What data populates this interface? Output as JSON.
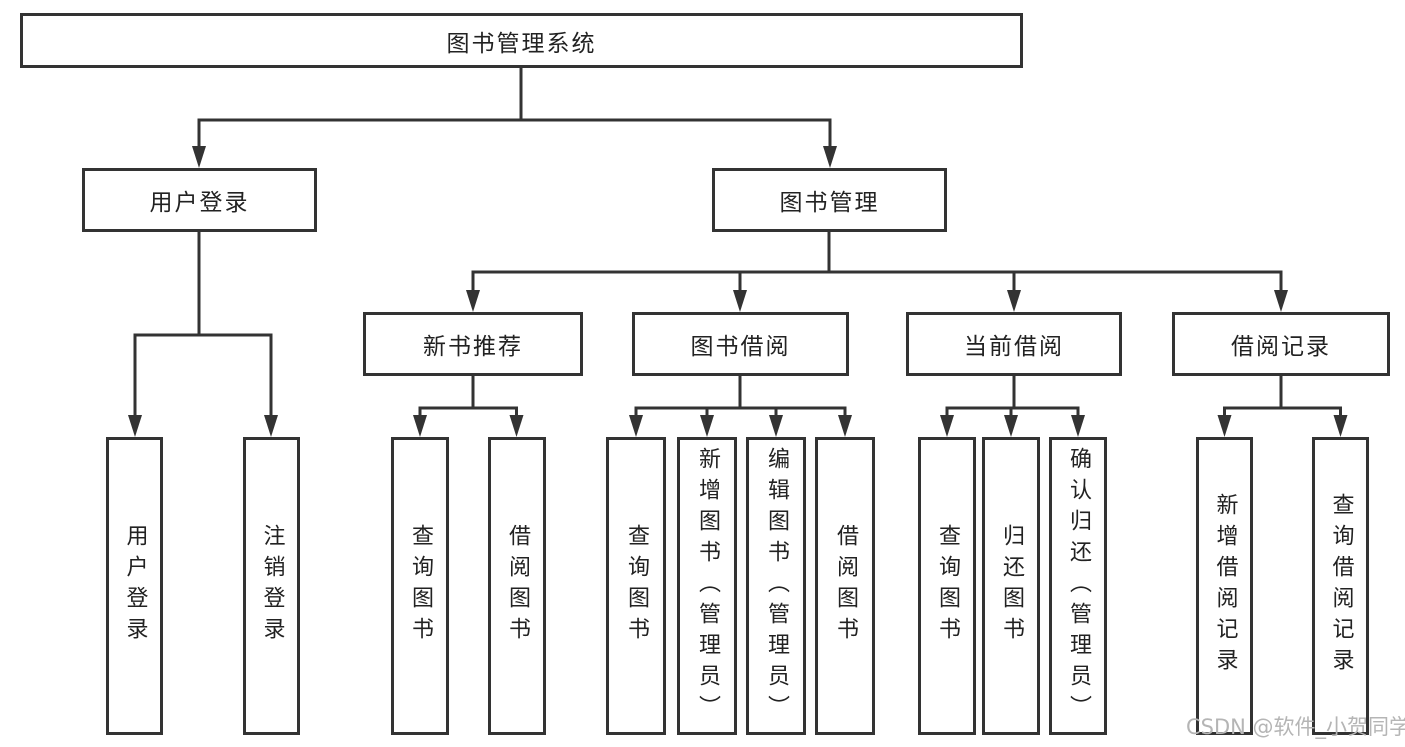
{
  "diagram": {
    "title": "图书管理系统",
    "watermark": "CSDN @软件_小贺同学",
    "colors": {
      "line": "#333333",
      "box_border": "#333333",
      "text": "#222222",
      "watermark": "#b5b5b5",
      "background": "#ffffff"
    },
    "nodes": {
      "root": "图书管理系统",
      "user_login": "用户登录",
      "book_mgmt": "图书管理",
      "new_books": "新书推荐",
      "book_borrow": "图书借阅",
      "current_borrow": "当前借阅",
      "borrow_records": "借阅记录",
      "leaves": {
        "user_login": [
          "用户登录",
          "注销登录"
        ],
        "new_books": [
          "查询图书",
          "借阅图书"
        ],
        "book_borrow": [
          "查询图书",
          "新增图书（管理员）",
          "编辑图书（管理员）",
          "借阅图书"
        ],
        "current_borrow": [
          "查询图书",
          "归还图书",
          "确认归还（管理员）"
        ],
        "borrow_records": [
          "新增借阅记录",
          "查询借阅记录"
        ]
      }
    }
  }
}
